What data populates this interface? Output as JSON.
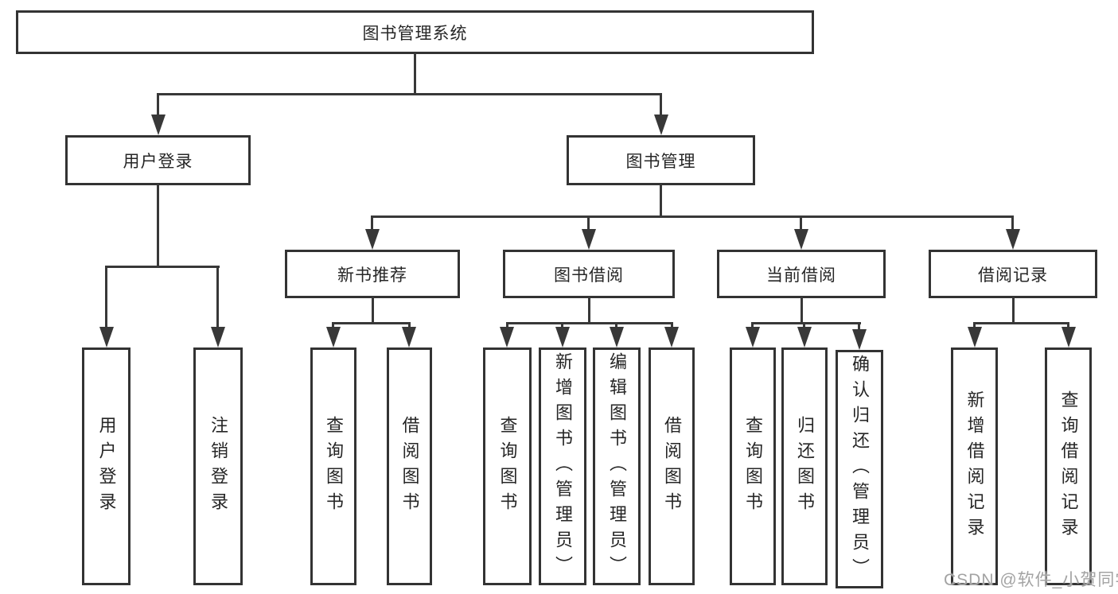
{
  "diagram": {
    "root": {
      "label": "图书管理系统"
    },
    "level2": [
      {
        "label": "用户登录"
      },
      {
        "label": "图书管理"
      }
    ],
    "modules": [
      {
        "label": "新书推荐"
      },
      {
        "label": "图书借阅"
      },
      {
        "label": "当前借阅"
      },
      {
        "label": "借阅记录"
      }
    ],
    "leaves": {
      "user_login": [
        {
          "label": "用户登录"
        },
        {
          "label": "注销登录"
        }
      ],
      "new_book_rec": [
        {
          "label": "查询图书"
        },
        {
          "label": "借阅图书"
        }
      ],
      "book_borrow": [
        {
          "label": "查询图书"
        },
        {
          "label": "新增图书（管理员）"
        },
        {
          "label": "编辑图书（管理员）"
        },
        {
          "label": "借阅图书"
        }
      ],
      "current_borrow": [
        {
          "label": "查询图书"
        },
        {
          "label": "归还图书"
        },
        {
          "label": "确认归还（管理员）"
        }
      ],
      "borrow_records": [
        {
          "label": "新增借阅记录"
        },
        {
          "label": "查询借阅记录"
        }
      ]
    },
    "colors": {
      "line": "#383838",
      "border": "#333333",
      "text": "#262626",
      "watermark": "#a3a3a3"
    }
  },
  "watermark": {
    "text": "CSDN @软件_小贺同学"
  }
}
